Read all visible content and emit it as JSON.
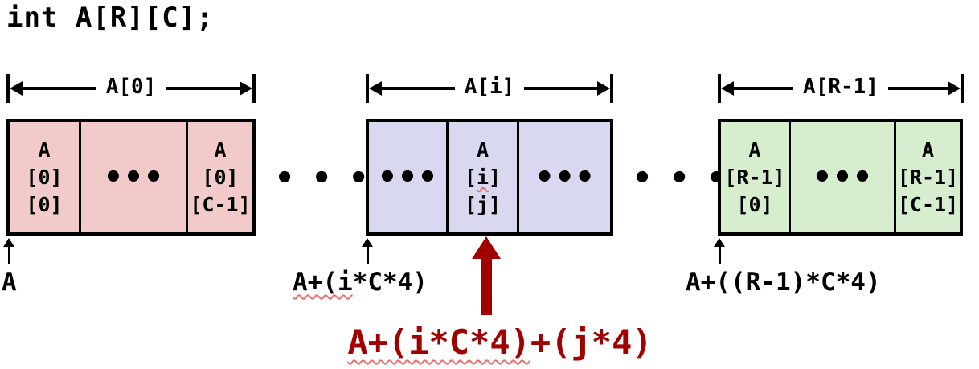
{
  "title": "int A[R][C];",
  "colors": {
    "row0_bg": "#f2caca",
    "rowi_bg": "#d8d8f0",
    "rowlast_bg": "#d6eece",
    "accent_red": "#a00000",
    "squiggle_red": "#f26a6a",
    "ink": "#000000"
  },
  "extents": [
    {
      "label": "A[0]"
    },
    {
      "label": "A[i]"
    },
    {
      "label": "A[R-1]"
    }
  ],
  "ellipsis_cell": "•••",
  "ellipsis_gap": "•••",
  "blocks": {
    "row0": {
      "cell_first": {
        "lines": [
          "A",
          "[0]",
          "[0]"
        ]
      },
      "cell_last": {
        "lines": [
          "A",
          "[0]",
          "[C-1]"
        ]
      }
    },
    "rowi": {
      "cell_center": {
        "line1": "A",
        "line2_pre": "[",
        "line2_wavy": "i",
        "line2_post": "]",
        "line3": "[j]"
      }
    },
    "rowlast": {
      "cell_first": {
        "lines": [
          "A",
          "[R-1]",
          "[0]"
        ]
      },
      "cell_last": {
        "lines": [
          "A",
          "[R-1]",
          "[C-1]"
        ]
      }
    }
  },
  "addresses": {
    "row0": "A",
    "rowi_wavy": "A+(i",
    "rowi_rest": "*C*4)",
    "rowlast": "A+((R-1)*C*4)"
  },
  "target_address": {
    "wavy": "A+(i*C*4)",
    "rest": "+(j*4)"
  }
}
